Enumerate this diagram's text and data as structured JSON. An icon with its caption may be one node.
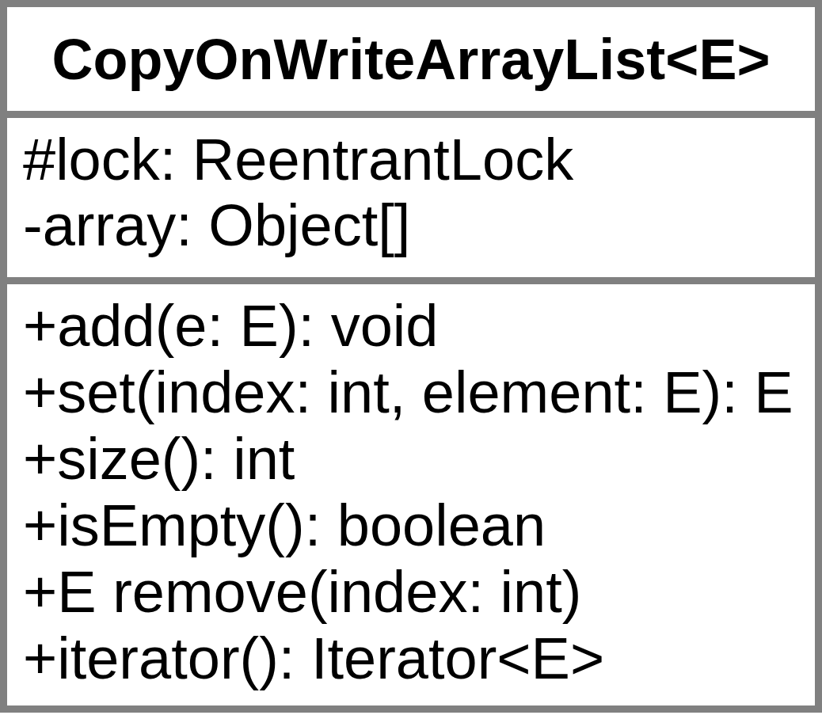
{
  "diagram": {
    "nodes": [
      {
        "text": [
          "CopyOnWriteArrayList<E>"
        ]
      },
      {
        "text": [
          "#lock: ReentrantLock",
          "-array: Object[]"
        ],
        "in": 0
      },
      {
        "text": [
          "+add(e: E): void",
          "+set(index: int, element: E): E",
          "+size(): int",
          "+isEmpty(): boolean",
          "+E remove(index: int)",
          "+iterator(): Iterator<E>"
        ],
        "in": 0
      }
    ]
  }
}
